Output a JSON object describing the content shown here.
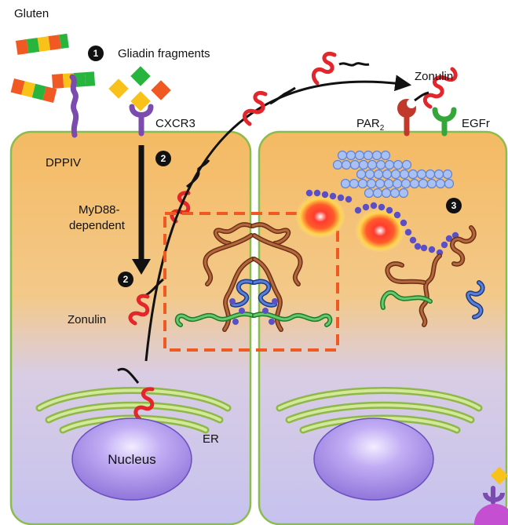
{
  "labels": {
    "gluten": "Gluten",
    "gliadin": "Gliadin fragments",
    "dppiv": "DPPIV",
    "cxcr3": "CXCR3",
    "myd88_line1": "MyD88-",
    "myd88_line2": "dependent",
    "zonulin_left": "Zonulin",
    "zonulin_right": "Zonulin",
    "er": "ER",
    "nucleus": "Nucleus",
    "par2_main": "PAR",
    "par2_sub": "2",
    "egfr": "EGFr"
  },
  "steps": {
    "one": "1",
    "two_top": "2",
    "two_bottom": "2",
    "three": "3"
  },
  "colors": {
    "cell_top": "#f4ba63",
    "cell_bottom": "#c7c3ef",
    "cell_border": "#8bbd4a",
    "zonulin": "#e2262b",
    "fragment_green": "#27b53d",
    "fragment_orange": "#f05a22",
    "fragment_yellow": "#f8c21a",
    "receptor_purple": "#7b4bb0",
    "receptor_red": "#c0392b",
    "receptor_green": "#35a73a",
    "nucleus": "#9f86e5",
    "er": "#b9d86d",
    "dashed_box": "#f05a22",
    "actin_bead": "#9db6ee",
    "dots": "#5b4fc6",
    "tj_brown": "#a0522d",
    "tj_blue": "#2b4ea8",
    "tj_green": "#3aa447"
  },
  "icons": [
    "step-number-badge",
    "arrow-icon",
    "receptor-icon",
    "zonulin-peptide-icon"
  ]
}
